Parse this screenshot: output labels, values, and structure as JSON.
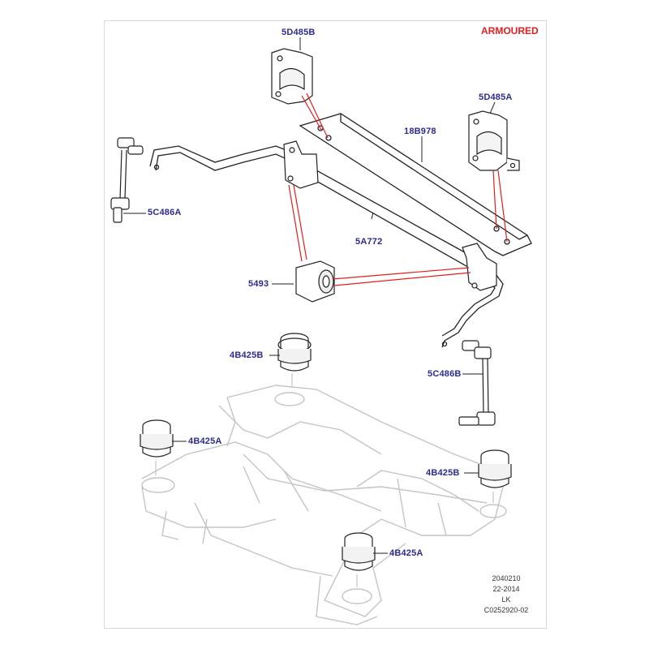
{
  "variant_note": "ARMOURED",
  "callouts": {
    "bush_clamp_upper_left": "5D485B",
    "bush_clamp_upper_right": "5D485A",
    "mounting_plate": "18B978",
    "stabilizer_bar": "5A772",
    "link_left": "5C486A",
    "link_right": "5C486B",
    "bush": "5493",
    "mount_top": "4B425B",
    "mount_left": "4B425A",
    "mount_right": "4B425B",
    "mount_bottom": "4B425A"
  },
  "footer": {
    "line1": "2040210",
    "line2": "22-2014",
    "line3": "LK",
    "line4": "C0252920-02"
  },
  "colors": {
    "leader_red": "#e02020",
    "label_blue": "#2b2b8f",
    "line_dark": "#222222",
    "ghost": "#bdbdbd"
  }
}
